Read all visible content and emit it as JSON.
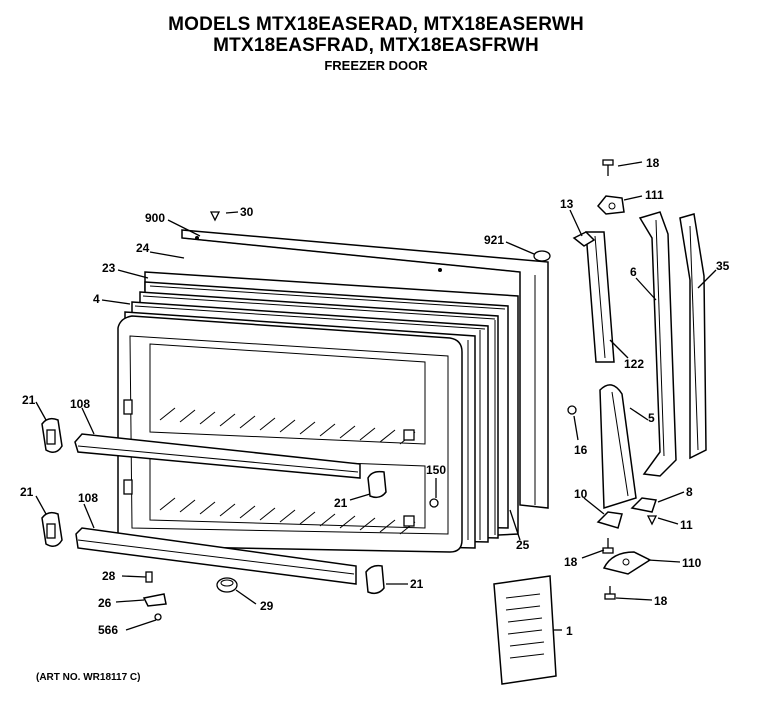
{
  "header": {
    "line1": "MODELS MTX18EASERAD, MTX18EASERWH",
    "line2": "MTX18EASFRAD, MTX18EASFRWH",
    "subtitle": "FREEZER DOOR"
  },
  "footer": {
    "art_no": "(ART NO. WR18117 C)"
  },
  "callouts": {
    "c18a": "18",
    "c111": "111",
    "c30": "30",
    "c900": "900",
    "c921": "921",
    "c13": "13",
    "c6": "6",
    "c35": "35",
    "c24": "24",
    "c23": "23",
    "c4": "4",
    "c122": "122",
    "c5": "5",
    "c16": "16",
    "c21a": "21",
    "c108a": "108",
    "c150": "150",
    "c21b": "21",
    "c21c": "21",
    "c108b": "108",
    "c10": "10",
    "c8": "8",
    "c11": "11",
    "c25": "25",
    "c18b": "18",
    "c110": "110",
    "c28": "28",
    "c21d": "21",
    "c26": "26",
    "c29": "29",
    "c18c": "18",
    "c566": "566",
    "c1": "1"
  }
}
